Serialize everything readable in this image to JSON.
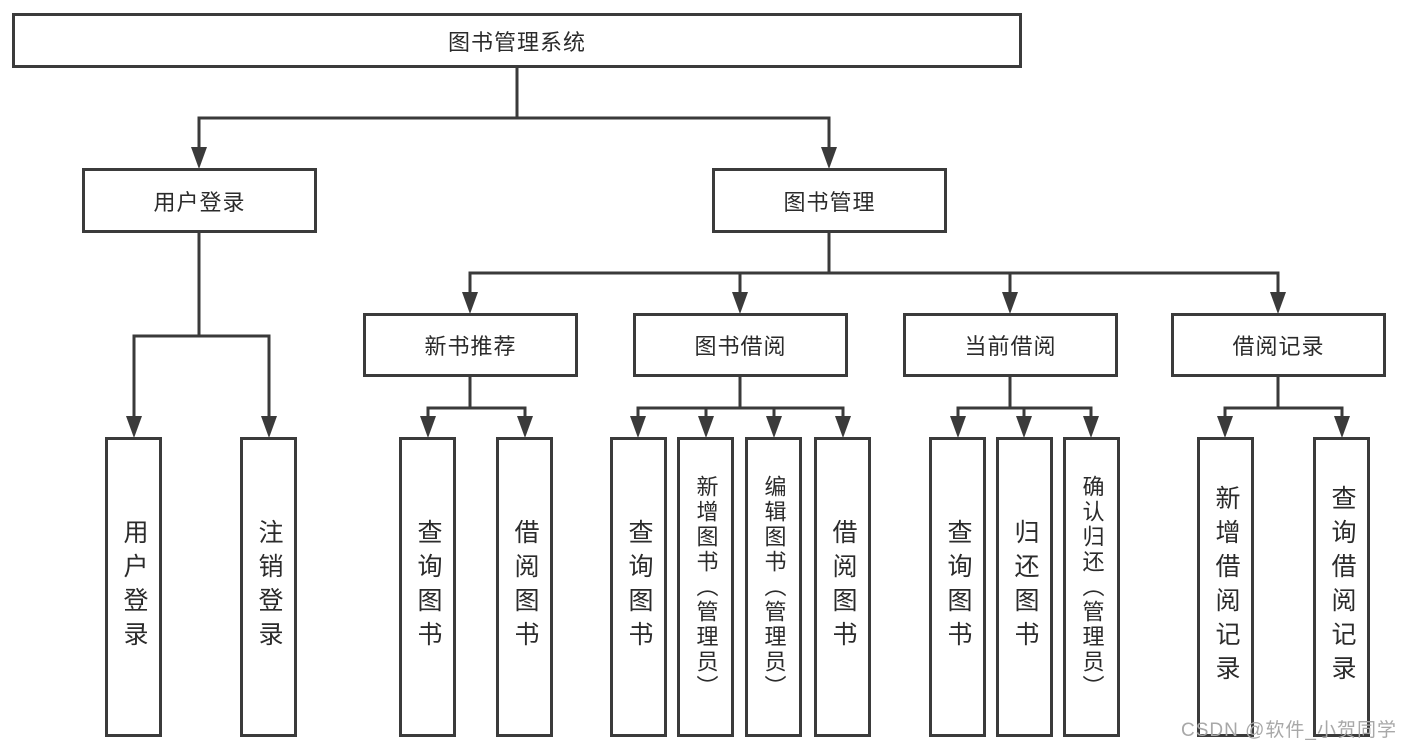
{
  "title": "图书管理系统",
  "watermark": "CSDN @软件_小贺同学",
  "colors": {
    "line": "#3a3a3a",
    "box_border": "#3b3b3b",
    "text": "#2b2b2b",
    "watermark": "#a8a8a8",
    "background": "#ffffff"
  },
  "tree": {
    "root": {
      "label": "图书管理系统"
    },
    "branches": [
      {
        "label": "用户登录",
        "children": [
          {
            "label": "用户登录"
          },
          {
            "label": "注销登录"
          }
        ]
      },
      {
        "label": "图书管理",
        "children": [
          {
            "label": "新书推荐",
            "children": [
              {
                "label": "查询图书"
              },
              {
                "label": "借阅图书"
              }
            ]
          },
          {
            "label": "图书借阅",
            "children": [
              {
                "label": "查询图书"
              },
              {
                "label": "新增图书（管理员）"
              },
              {
                "label": "编辑图书（管理员）"
              },
              {
                "label": "借阅图书"
              }
            ]
          },
          {
            "label": "当前借阅",
            "children": [
              {
                "label": "查询图书"
              },
              {
                "label": "归还图书"
              },
              {
                "label": "确认归还（管理员）"
              }
            ]
          },
          {
            "label": "借阅记录",
            "children": [
              {
                "label": "新增借阅记录"
              },
              {
                "label": "查询借阅记录"
              }
            ]
          }
        ]
      }
    ]
  }
}
